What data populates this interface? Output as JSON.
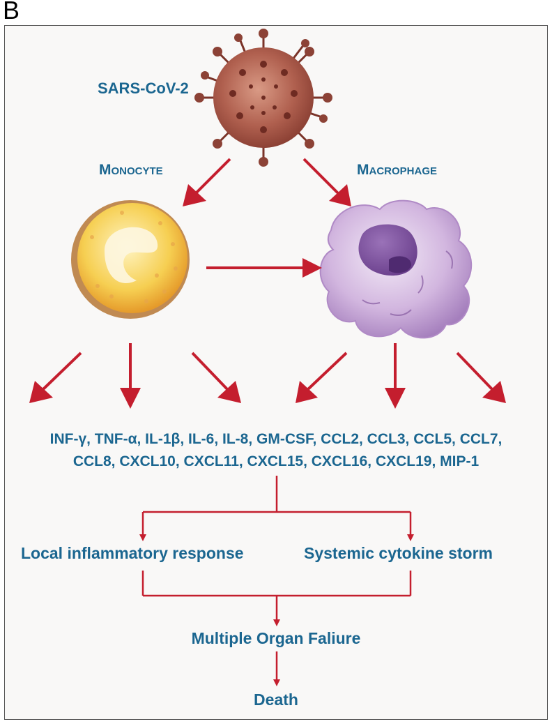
{
  "panel_label": "B",
  "virus": {
    "label": "SARS-CoV-2"
  },
  "cells": {
    "monocyte": "Monocyte",
    "macrophage": "Macrophage"
  },
  "cytokines": {
    "line1": "INF-γ, TNF-α, IL-1β, IL-6, IL-8, GM-CSF, CCL2, CCL3, CCL5, CCL7,",
    "line2": "CCL8, CXCL10, CXCL11, CXCL15, CXCL16, CXCL19, MIP-1"
  },
  "outcomes": {
    "local": "Local inflammatory response",
    "systemic": "Systemic cytokine storm",
    "organ_failure": "Multiple Organ Faliure",
    "death": "Death"
  },
  "colors": {
    "text": "#1b6690",
    "arrow": "#c41e2e",
    "virus": "#a9564a",
    "monocyte": "#f5c542",
    "macrophage": "#c9a7d6"
  }
}
